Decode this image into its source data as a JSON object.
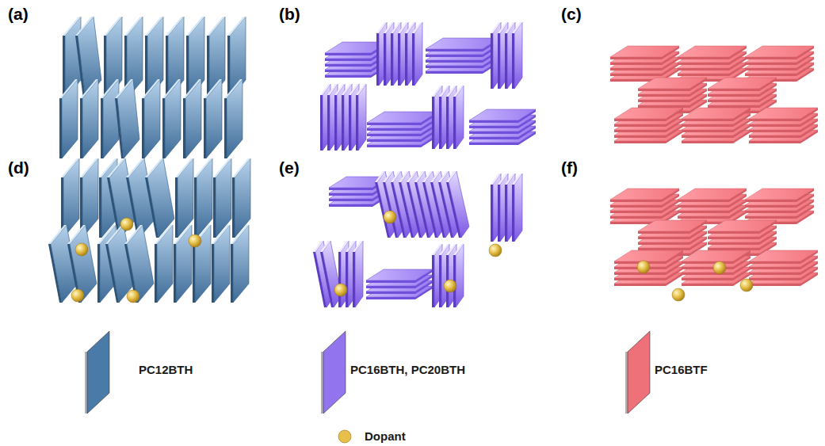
{
  "diagram": {
    "labels": [
      "(a)",
      "(b)",
      "(c)",
      "(d)",
      "(e)",
      "(f)"
    ],
    "legend": [
      {
        "text": "PC12BTH",
        "color": "#4a7aa8"
      },
      {
        "text": "PC16BTH, PC20BTH",
        "color": "#9275ee"
      },
      {
        "text": "PC16BTF",
        "color": "#ee7079"
      },
      {
        "text": "Dopant",
        "color": "#e6c04a"
      }
    ]
  }
}
